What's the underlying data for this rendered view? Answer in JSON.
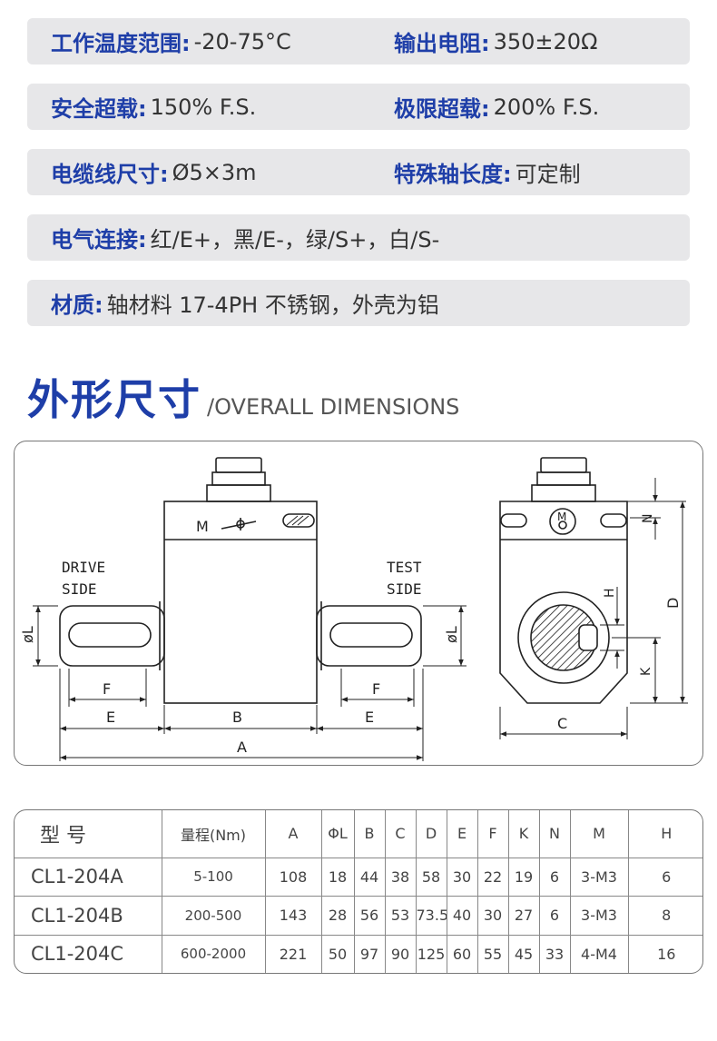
{
  "specs": {
    "row1": {
      "left_label": "工作温度范围:",
      "left_value": "-20-75°C",
      "right_label": "输出电阻:",
      "right_value": "350±20Ω"
    },
    "row2": {
      "left_label": "安全超载:",
      "left_value": "150% F.S.",
      "right_label": "极限超载:",
      "right_value": "200% F.S."
    },
    "row3": {
      "left_label": "电缆线尺寸:",
      "left_value": "Ø5×3m",
      "right_label": "特殊轴长度:",
      "right_value": "可定制"
    },
    "row4": {
      "label": "电气连接:",
      "value": "红/E+，黑/E-，绿/S+，白/S-"
    },
    "row5": {
      "label": "材质:",
      "value": "轴材料 17-4PH 不锈钢，外壳为铝"
    }
  },
  "section": {
    "title_cn": "外形尺寸",
    "title_en": "/OVERALL DIMENSIONS"
  },
  "drawing": {
    "drive_side_line1": "DRIVE",
    "drive_side_line2": "SIDE",
    "test_side_line1": "TEST",
    "test_side_line2": "SIDE",
    "label_M": "M",
    "label_M_circle": "M",
    "label_phiL_left": "øL",
    "label_phiL_right": "øL",
    "label_F_left": "F",
    "label_F_right": "F",
    "label_E_left": "E",
    "label_E_right": "E",
    "label_B": "B",
    "label_A": "A",
    "label_C": "C",
    "label_N": "N",
    "label_D": "D",
    "label_H": "H",
    "label_K": "K"
  },
  "table": {
    "headers": [
      "型 号",
      "量程(Nm)",
      "A",
      "ΦL",
      "B",
      "C",
      "D",
      "E",
      "F",
      "K",
      "N",
      "M",
      "H"
    ],
    "rows": [
      [
        "CL1-204A",
        "5-100",
        "108",
        "18",
        "44",
        "38",
        "58",
        "30",
        "22",
        "19",
        "6",
        "3-M3",
        "6"
      ],
      [
        "CL1-204B",
        "200-500",
        "143",
        "28",
        "56",
        "53",
        "73.5",
        "40",
        "30",
        "27",
        "6",
        "3-M3",
        "8"
      ],
      [
        "CL1-204C",
        "600-2000",
        "221",
        "50",
        "97",
        "90",
        "125",
        "60",
        "55",
        "45",
        "33",
        "4-M4",
        "16"
      ]
    ]
  }
}
